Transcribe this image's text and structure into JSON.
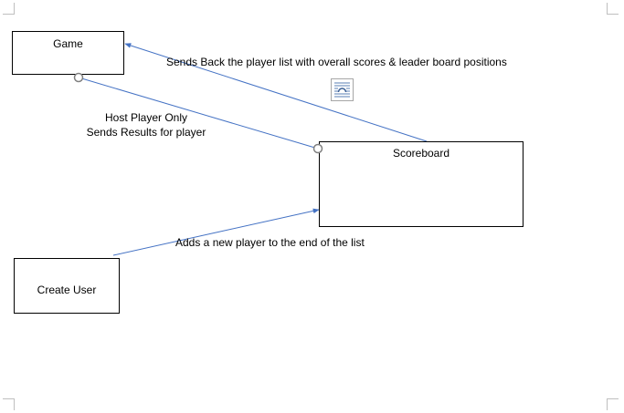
{
  "nodes": {
    "game": "Game",
    "scoreboard": "Scoreboard",
    "create_user": "Create User"
  },
  "edges": {
    "scoreboard_to_game": "Sends Back the player list with overall scores & leader board positions",
    "game_to_scoreboard_line1": "Host Player Only",
    "game_to_scoreboard_line2": "Sends Results for player",
    "create_user_to_scoreboard": "Adds a new player to the end of the list"
  },
  "icons": {
    "anchor": "layout-options-icon"
  },
  "colors": {
    "connector": "#4472c4",
    "box_border": "#000000",
    "handle": "#808080",
    "page_mark": "#bfbfbf"
  }
}
